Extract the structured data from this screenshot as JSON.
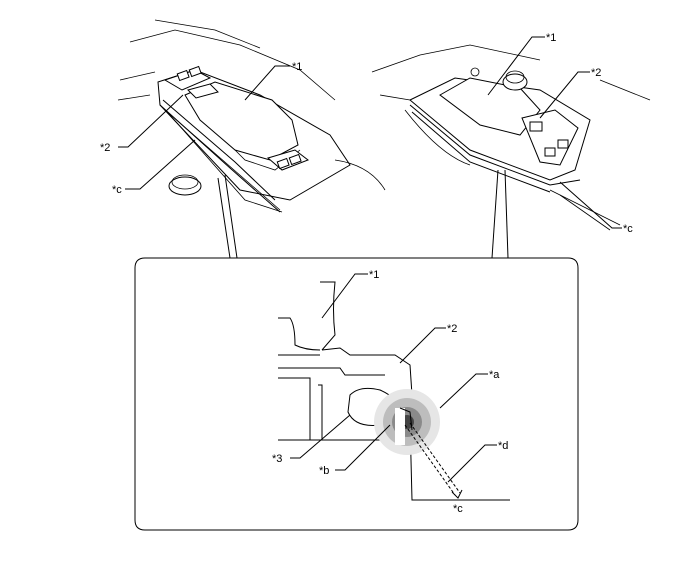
{
  "labels": {
    "left_part1": "*1",
    "left_part2": "*2",
    "left_partc": "*c",
    "right_part1": "*1",
    "right_part2": "*2",
    "right_partc": "*c",
    "detail_part1": "*1",
    "detail_part2": "*2",
    "detail_a": "*a",
    "detail_d": "*d",
    "detail_3": "*3",
    "detail_b": "*b",
    "detail_c": "*c"
  }
}
